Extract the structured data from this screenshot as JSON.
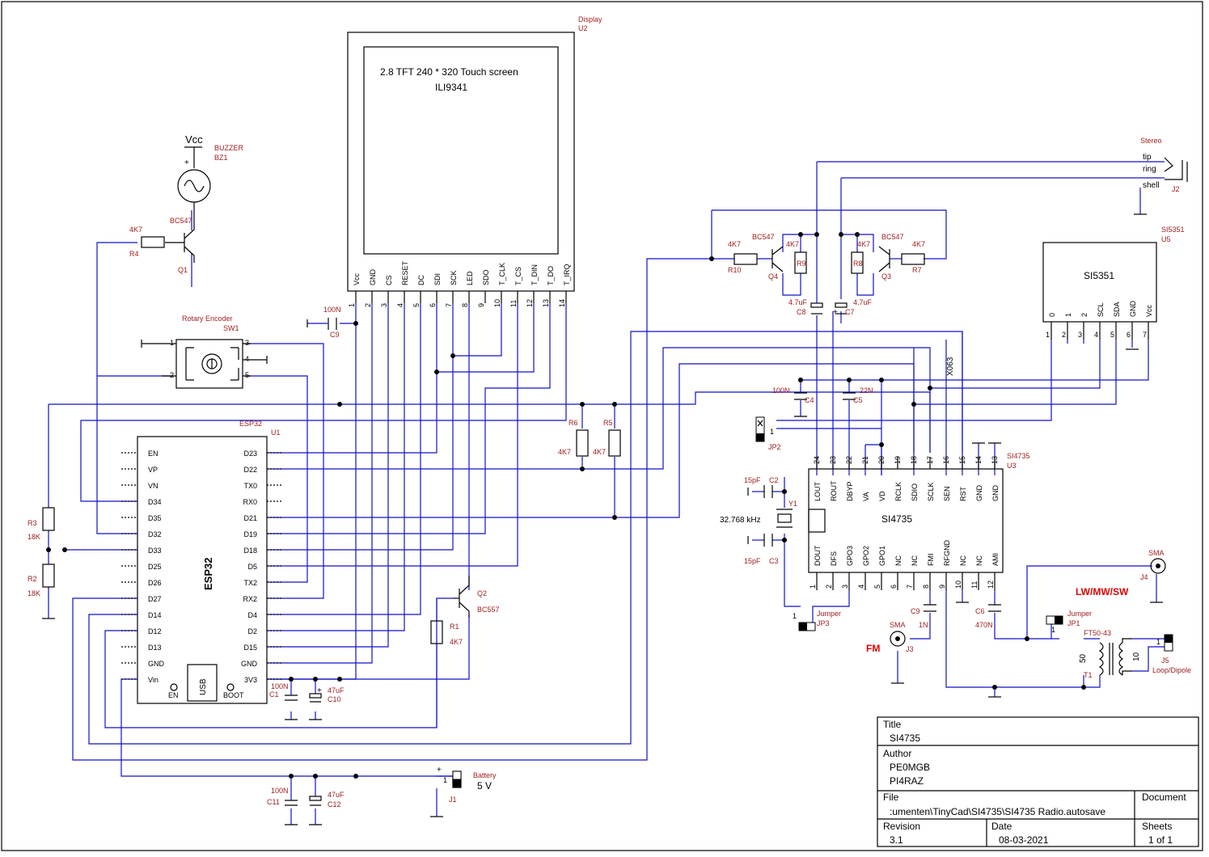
{
  "display": {
    "ref_name": "Display",
    "ref_id": "U2",
    "line1": "2.8 TFT 240 * 320 Touch screen",
    "line2": "ILI9341",
    "pins": [
      "Vcc",
      "GND",
      "CS",
      "RESET",
      "DC",
      "SDI",
      "SCK",
      "LED",
      "SDO",
      "T_CLK",
      "T_CS",
      "T_DIN",
      "T_DO",
      "T_IRQ"
    ],
    "nums": [
      "1",
      "2",
      "3",
      "4",
      "5",
      "6",
      "7",
      "8",
      "9",
      "10",
      "11",
      "12",
      "13",
      "14"
    ]
  },
  "buzzer": {
    "vcc": "Vcc",
    "name": "BUZZER",
    "ref": "BZ1",
    "plus": "+"
  },
  "q1": {
    "type": "BC547",
    "ref": "Q1"
  },
  "r4": {
    "value": "4K7",
    "ref": "R4"
  },
  "encoder": {
    "name": "Rotary Encoder",
    "ref": "SW1",
    "p1": "1",
    "p2": "2",
    "p3": "3",
    "p4": "4",
    "p5": "5"
  },
  "c9": {
    "value": "100N",
    "ref": "C9"
  },
  "esp32": {
    "name": "ESP32",
    "ref": "U1",
    "label": "ESP32",
    "left": [
      "EN",
      "VP",
      "VN",
      "D34",
      "D35",
      "D32",
      "D33",
      "D25",
      "D26",
      "D27",
      "D14",
      "D12",
      "D13",
      "GND",
      "Vin"
    ],
    "right": [
      "D23",
      "D22",
      "TX0",
      "RX0",
      "D21",
      "D19",
      "D18",
      "D5",
      "TX2",
      "RX2",
      "D4",
      "D2",
      "D15",
      "GND",
      "3V3"
    ],
    "usb": "USB",
    "en": "EN",
    "boot": "BOOT"
  },
  "r3": {
    "value": "18K",
    "ref": "R3"
  },
  "r2": {
    "value": "18K",
    "ref": "R2"
  },
  "r6": {
    "value": "4K7",
    "ref": "R6"
  },
  "r5": {
    "value": "4K7",
    "ref": "R5"
  },
  "c1": {
    "value": "100N",
    "ref": "C1"
  },
  "c10": {
    "value": "47uF",
    "ref": "C10"
  },
  "q2": {
    "type": "BC557",
    "ref": "Q2"
  },
  "r1": {
    "value": "4K7",
    "ref": "R1"
  },
  "battery": {
    "name": "Battery",
    "volt": "5 V",
    "ref": "J1",
    "p1": "1",
    "plus": "+"
  },
  "c11": {
    "value": "100N",
    "ref": "C11"
  },
  "c12": {
    "value": "47uF",
    "ref": "C12"
  },
  "stereo": {
    "name": "Stereo",
    "tip": "tip",
    "ring": "ring",
    "shell": "shell",
    "ref": "J2"
  },
  "q4": {
    "type": "BC547",
    "ref": "Q4"
  },
  "q3": {
    "type": "BC547",
    "ref": "Q3"
  },
  "r10": {
    "value": "4K7",
    "ref": "R10"
  },
  "r9": {
    "value": "4K7",
    "ref": "R9"
  },
  "r8": {
    "value": "4K7",
    "ref": "R8"
  },
  "r7": {
    "value": "4K7",
    "ref": "R7"
  },
  "c8": {
    "value": "4.7uF",
    "ref": "C8"
  },
  "c7": {
    "value": "4.7uF",
    "ref": "C7"
  },
  "si5351": {
    "name": "SI5351",
    "ref_name": "SI5351",
    "ref": "U5",
    "pins": [
      "0",
      "1",
      "2",
      "SCL",
      "SDA",
      "GND",
      "Vcc"
    ],
    "nums": [
      "1",
      "2",
      "3",
      "4",
      "5",
      "6",
      "7"
    ]
  },
  "c4": {
    "value": "100N",
    "ref": "C4"
  },
  "c5": {
    "value": "22N",
    "ref": "C5"
  },
  "x063": "X063",
  "jp2": {
    "name": "JP2",
    "p1": "1"
  },
  "si4735": {
    "name": "SI4735",
    "ref_name": "SI4735",
    "ref": "U3",
    "top": [
      "LOUT",
      "ROUT",
      "DBYP",
      "VA",
      "VD",
      "RCLK",
      "SDIO",
      "SCLK",
      "SEN",
      "RST",
      "GND",
      "GND"
    ],
    "topnums": [
      "24",
      "23",
      "22",
      "21",
      "20",
      "19",
      "18",
      "17",
      "16",
      "15",
      "14",
      "13"
    ],
    "bottom": [
      "DOUT",
      "DFS",
      "GPO3",
      "GPO2",
      "GPO1",
      "NC",
      "NC",
      "FMI",
      "RFGND",
      "NC",
      "NC",
      "AMI"
    ],
    "botnums": [
      "1",
      "2",
      "3",
      "4",
      "5",
      "6",
      "7",
      "8",
      "9",
      "10",
      "11",
      "12"
    ]
  },
  "c2": {
    "value": "15pF",
    "ref": "C2"
  },
  "c3": {
    "value": "15pF",
    "ref": "C3"
  },
  "y1": {
    "value": "32.768 kHz",
    "ref": "Y1"
  },
  "jp3": {
    "name": "Jumper",
    "ref": "JP3",
    "p1": "1"
  },
  "c9b": {
    "ref": "C9",
    "value": "1N"
  },
  "c6": {
    "ref": "C6",
    "value": "470N"
  },
  "j3": {
    "name": "SMA",
    "ref": "J3",
    "band": "FM"
  },
  "j4": {
    "name": "SMA",
    "ref": "J4",
    "band": "LW/MW/SW"
  },
  "jp1": {
    "name": "Jumper",
    "ref": "JP1",
    "p1": "1"
  },
  "t1": {
    "name": "FT50-43",
    "ref": "T1",
    "n1": "50",
    "n2": "10"
  },
  "j5": {
    "name": "Loop/Dipole",
    "ref": "J5",
    "p1": "1"
  },
  "titleblock": {
    "title_label": "Title",
    "title": "SI4735",
    "author_label": "Author",
    "author1": "PE0MGB",
    "author2": "PI4RAZ",
    "file_label": "File",
    "file": ":umenten\\TinyCad\\SI4735\\SI4735 Radio.autosave",
    "document_label": "Document",
    "revision_label": "Revision",
    "revision": "3.1",
    "date_label": "Date",
    "date": "08-03-2021",
    "sheets_label": "Sheets",
    "sheets": "1 of 1"
  }
}
